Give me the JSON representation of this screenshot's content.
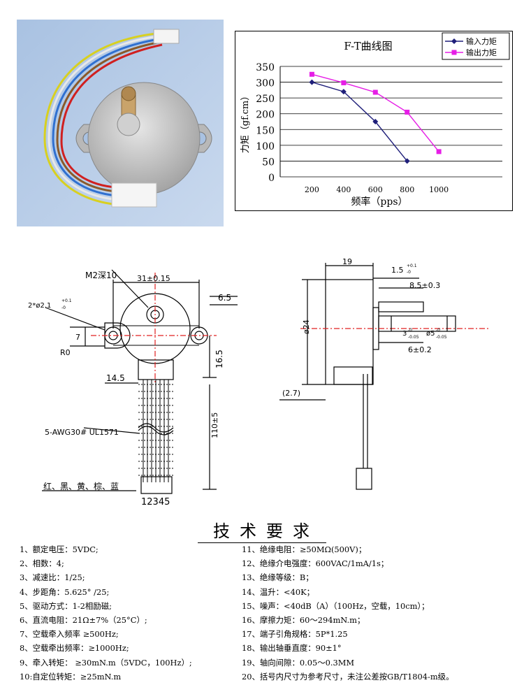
{
  "chart_data": {
    "type": "line",
    "title": "F-T曲线图",
    "xlabel": "频率（pps）",
    "ylabel": "力矩（gf.cm）",
    "x_ticks": [
      200,
      400,
      600,
      800,
      1000
    ],
    "y_ticks": [
      0,
      50,
      100,
      150,
      200,
      250,
      300,
      350
    ],
    "xlim": [
      0,
      1400
    ],
    "ylim": [
      0,
      350
    ],
    "grid": true,
    "legend_position": "top-right",
    "series": [
      {
        "name": "输入力矩",
        "color": "#1f1f7a",
        "marker": "diamond",
        "points": [
          [
            200,
            300
          ],
          [
            400,
            270
          ],
          [
            600,
            175
          ],
          [
            800,
            50
          ]
        ]
      },
      {
        "name": "输出力矩",
        "color": "#e61ee6",
        "marker": "square",
        "points": [
          [
            200,
            325
          ],
          [
            400,
            298
          ],
          [
            600,
            268
          ],
          [
            800,
            205
          ],
          [
            1000,
            80
          ]
        ]
      }
    ]
  },
  "drawing": {
    "front_labels": {
      "m2": "M2深10",
      "holes": "2*ø2.1",
      "holes_tol": "-0",
      "holes_tol_up": "+0.1",
      "span": "31±0.15",
      "thick": "6.5",
      "seven": "7",
      "r0": "R0",
      "h165": "16.5",
      "w145": "14.5",
      "wire": "5-AWG30# UL1571",
      "len": "110±5",
      "colors": "红、黑、黄、棕、蓝",
      "pins": "12345"
    },
    "side_labels": {
      "d19": "19",
      "d15": "1.5",
      "d15_tol": "-0",
      "d15_tol_up": "+0.1",
      "d85": "8.5±0.3",
      "d24": "ø24",
      "d3": "3",
      "d3_tol": "-0.05",
      "d3_tol_up": "-0",
      "d5": "ø5",
      "d5_tol": "-0.05",
      "d5_tol_up": "-0",
      "d6": "6±0.2",
      "d27": "(2.7)"
    }
  },
  "specs": {
    "title": "技术要求",
    "left": [
      "1、额定电压：5VDC;",
      "2、相数：4;",
      "3、减速比：1/25;",
      "4、步距角：5.625° /25;",
      "5、驱动方式：1-2相励磁;",
      "6、直流电阻：21Ω±7%（25°C）;",
      "7、空载牵入频率  ≥500Hz;",
      "8、空载牵出频率：≥1000Hz;",
      "9、牵入转矩：  ≥30mN.m（5VDC，100Hz）;",
      "10:自定位转矩：≥25mN.m"
    ],
    "right": [
      "11、绝缘电阻：≥50MΩ(500V)；",
      "12、绝缘介电强度：600VAC/1mA/1s；",
      "13、绝缘等级：B；",
      "14、温升：<40K；",
      "15、噪声：<40dB（A）（100Hz，空载，10cm）；",
      "16、摩擦力矩：60～294mN.m；",
      "17、端子引角规格：5P*1.25",
      "18、输出轴垂直度：90±1°",
      "19、轴向间隙：0.05～0.3MM",
      "20、括号内尺寸为参考尺寸，未注公差按GB/T1804-m级。"
    ]
  }
}
